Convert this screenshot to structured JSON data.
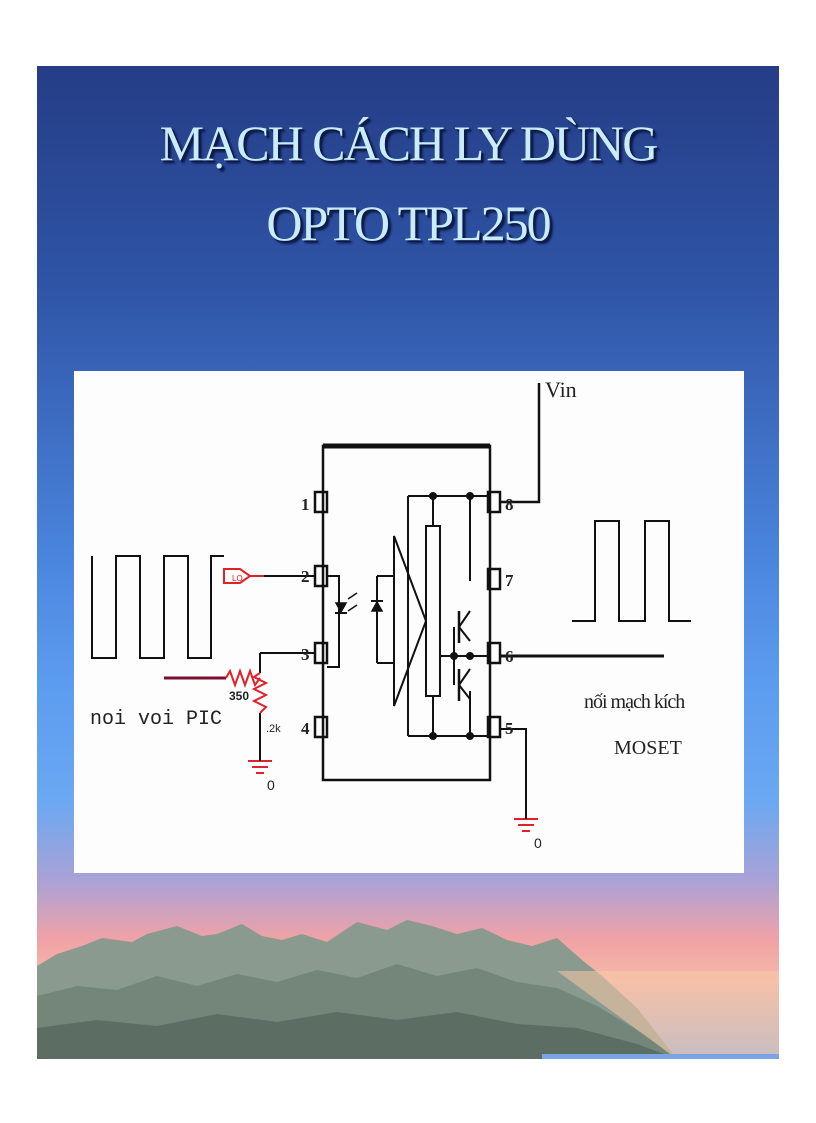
{
  "slide": {
    "title_line1": "MẠCH CÁCH LY DÙNG",
    "title_line2": "OPTO TPL250"
  },
  "diagram": {
    "vin_label": "Vin",
    "pins": [
      "1",
      "2",
      "3",
      "4",
      "5",
      "6",
      "7",
      "8"
    ],
    "resistor1": "350",
    "resistor2": ".2k",
    "ground1": "0",
    "ground2": "0",
    "input_label": "noi voi PIC",
    "output_label_line1": "nối mạch kích",
    "output_label_line2": "MOSET",
    "input_tag": "LO"
  },
  "colors": {
    "title_text": "#c9ecf8",
    "wire": "#111111",
    "red_wire": "#e0202a",
    "diagram_bg": "#fdfdfd"
  }
}
